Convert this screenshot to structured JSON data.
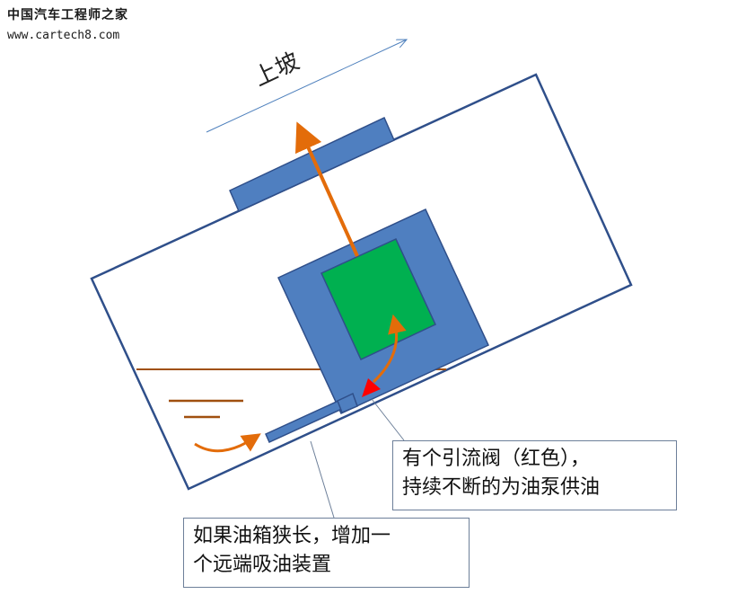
{
  "watermark": {
    "brand": "中国汽车工程师之家",
    "url": "www.cartech8.com"
  },
  "diagram": {
    "slope_label": "上坡",
    "callout_valve": {
      "line1": "有个引流阀（红色），",
      "line2": "持续不断的为油泵供油"
    },
    "callout_pickup": {
      "line1": "如果油箱狭长，增加一",
      "line2": "个远端吸油装置"
    }
  },
  "colors": {
    "tank_outline": "#2f4f8a",
    "blue_fill": "#4f7fc0",
    "green_fill": "#00b050",
    "orange_arrow": "#e36c0a",
    "fuel_line": "#a0500f",
    "valve_red": "#ff0000",
    "slope_arrow": "#4f81bd",
    "leader_line": "#6d7f99"
  }
}
